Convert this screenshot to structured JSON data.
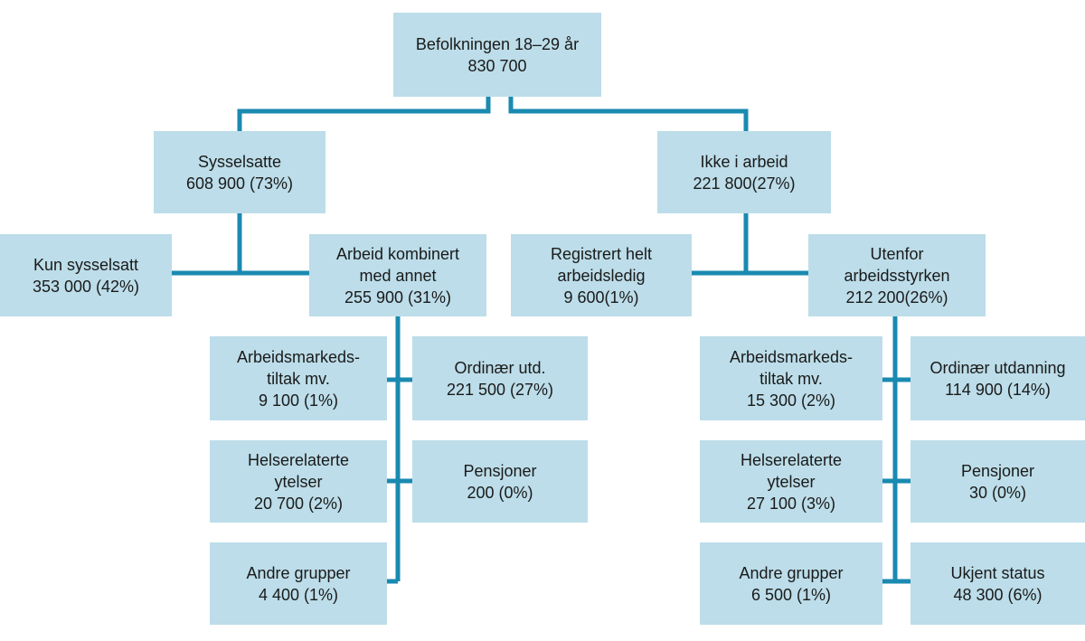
{
  "colors": {
    "box_fill": "#bcdde9",
    "connector": "#1a8ab1",
    "text": "#1a1a1a"
  },
  "root": {
    "lines": [
      "Befolkningen 18–29 år",
      "830 700"
    ]
  },
  "employed": {
    "lines": [
      "Sysselsatte",
      "608 900 (73%)"
    ]
  },
  "not_working": {
    "lines": [
      "Ikke i arbeid",
      "221 800(27%)"
    ]
  },
  "only_employed": {
    "lines": [
      "Kun sysselsatt",
      "353 000 (42%)"
    ]
  },
  "combined": {
    "lines": [
      "Arbeid kombinert",
      "med annet",
      "255 900 (31%)"
    ]
  },
  "registered_unemployed": {
    "lines": [
      "Registrert helt",
      "arbeidsledig",
      "9 600(1%)"
    ]
  },
  "outside_labour_force": {
    "lines": [
      "Utenfor",
      "arbeidsstyrken",
      "212 200(26%)"
    ]
  },
  "combined_breakdown": {
    "labour_market_measures": {
      "lines": [
        "Arbeidsmarkeds-",
        "tiltak mv.",
        "9 100 (1%)"
      ]
    },
    "ordinary_education": {
      "lines": [
        "Ordinær utd.",
        "221 500 (27%)"
      ]
    },
    "health_benefits": {
      "lines": [
        "Helserelaterte",
        "ytelser",
        "20 700 (2%)"
      ]
    },
    "pensions": {
      "lines": [
        "Pensjoner",
        "200 (0%)"
      ]
    },
    "other_groups": {
      "lines": [
        "Andre grupper",
        "4 400 (1%)"
      ]
    }
  },
  "outside_breakdown": {
    "labour_market_measures": {
      "lines": [
        "Arbeidsmarkeds-",
        "tiltak mv.",
        "15 300 (2%)"
      ]
    },
    "ordinary_education": {
      "lines": [
        "Ordinær utdanning",
        "114 900 (14%)"
      ]
    },
    "health_benefits": {
      "lines": [
        "Helserelaterte",
        "ytelser",
        "27 100 (3%)"
      ]
    },
    "pensions": {
      "lines": [
        "Pensjoner",
        "30 (0%)"
      ]
    },
    "other_groups": {
      "lines": [
        "Andre grupper",
        "6 500 (1%)"
      ]
    },
    "unknown_status": {
      "lines": [
        "Ukjent status",
        "48 300 (6%)"
      ]
    }
  }
}
